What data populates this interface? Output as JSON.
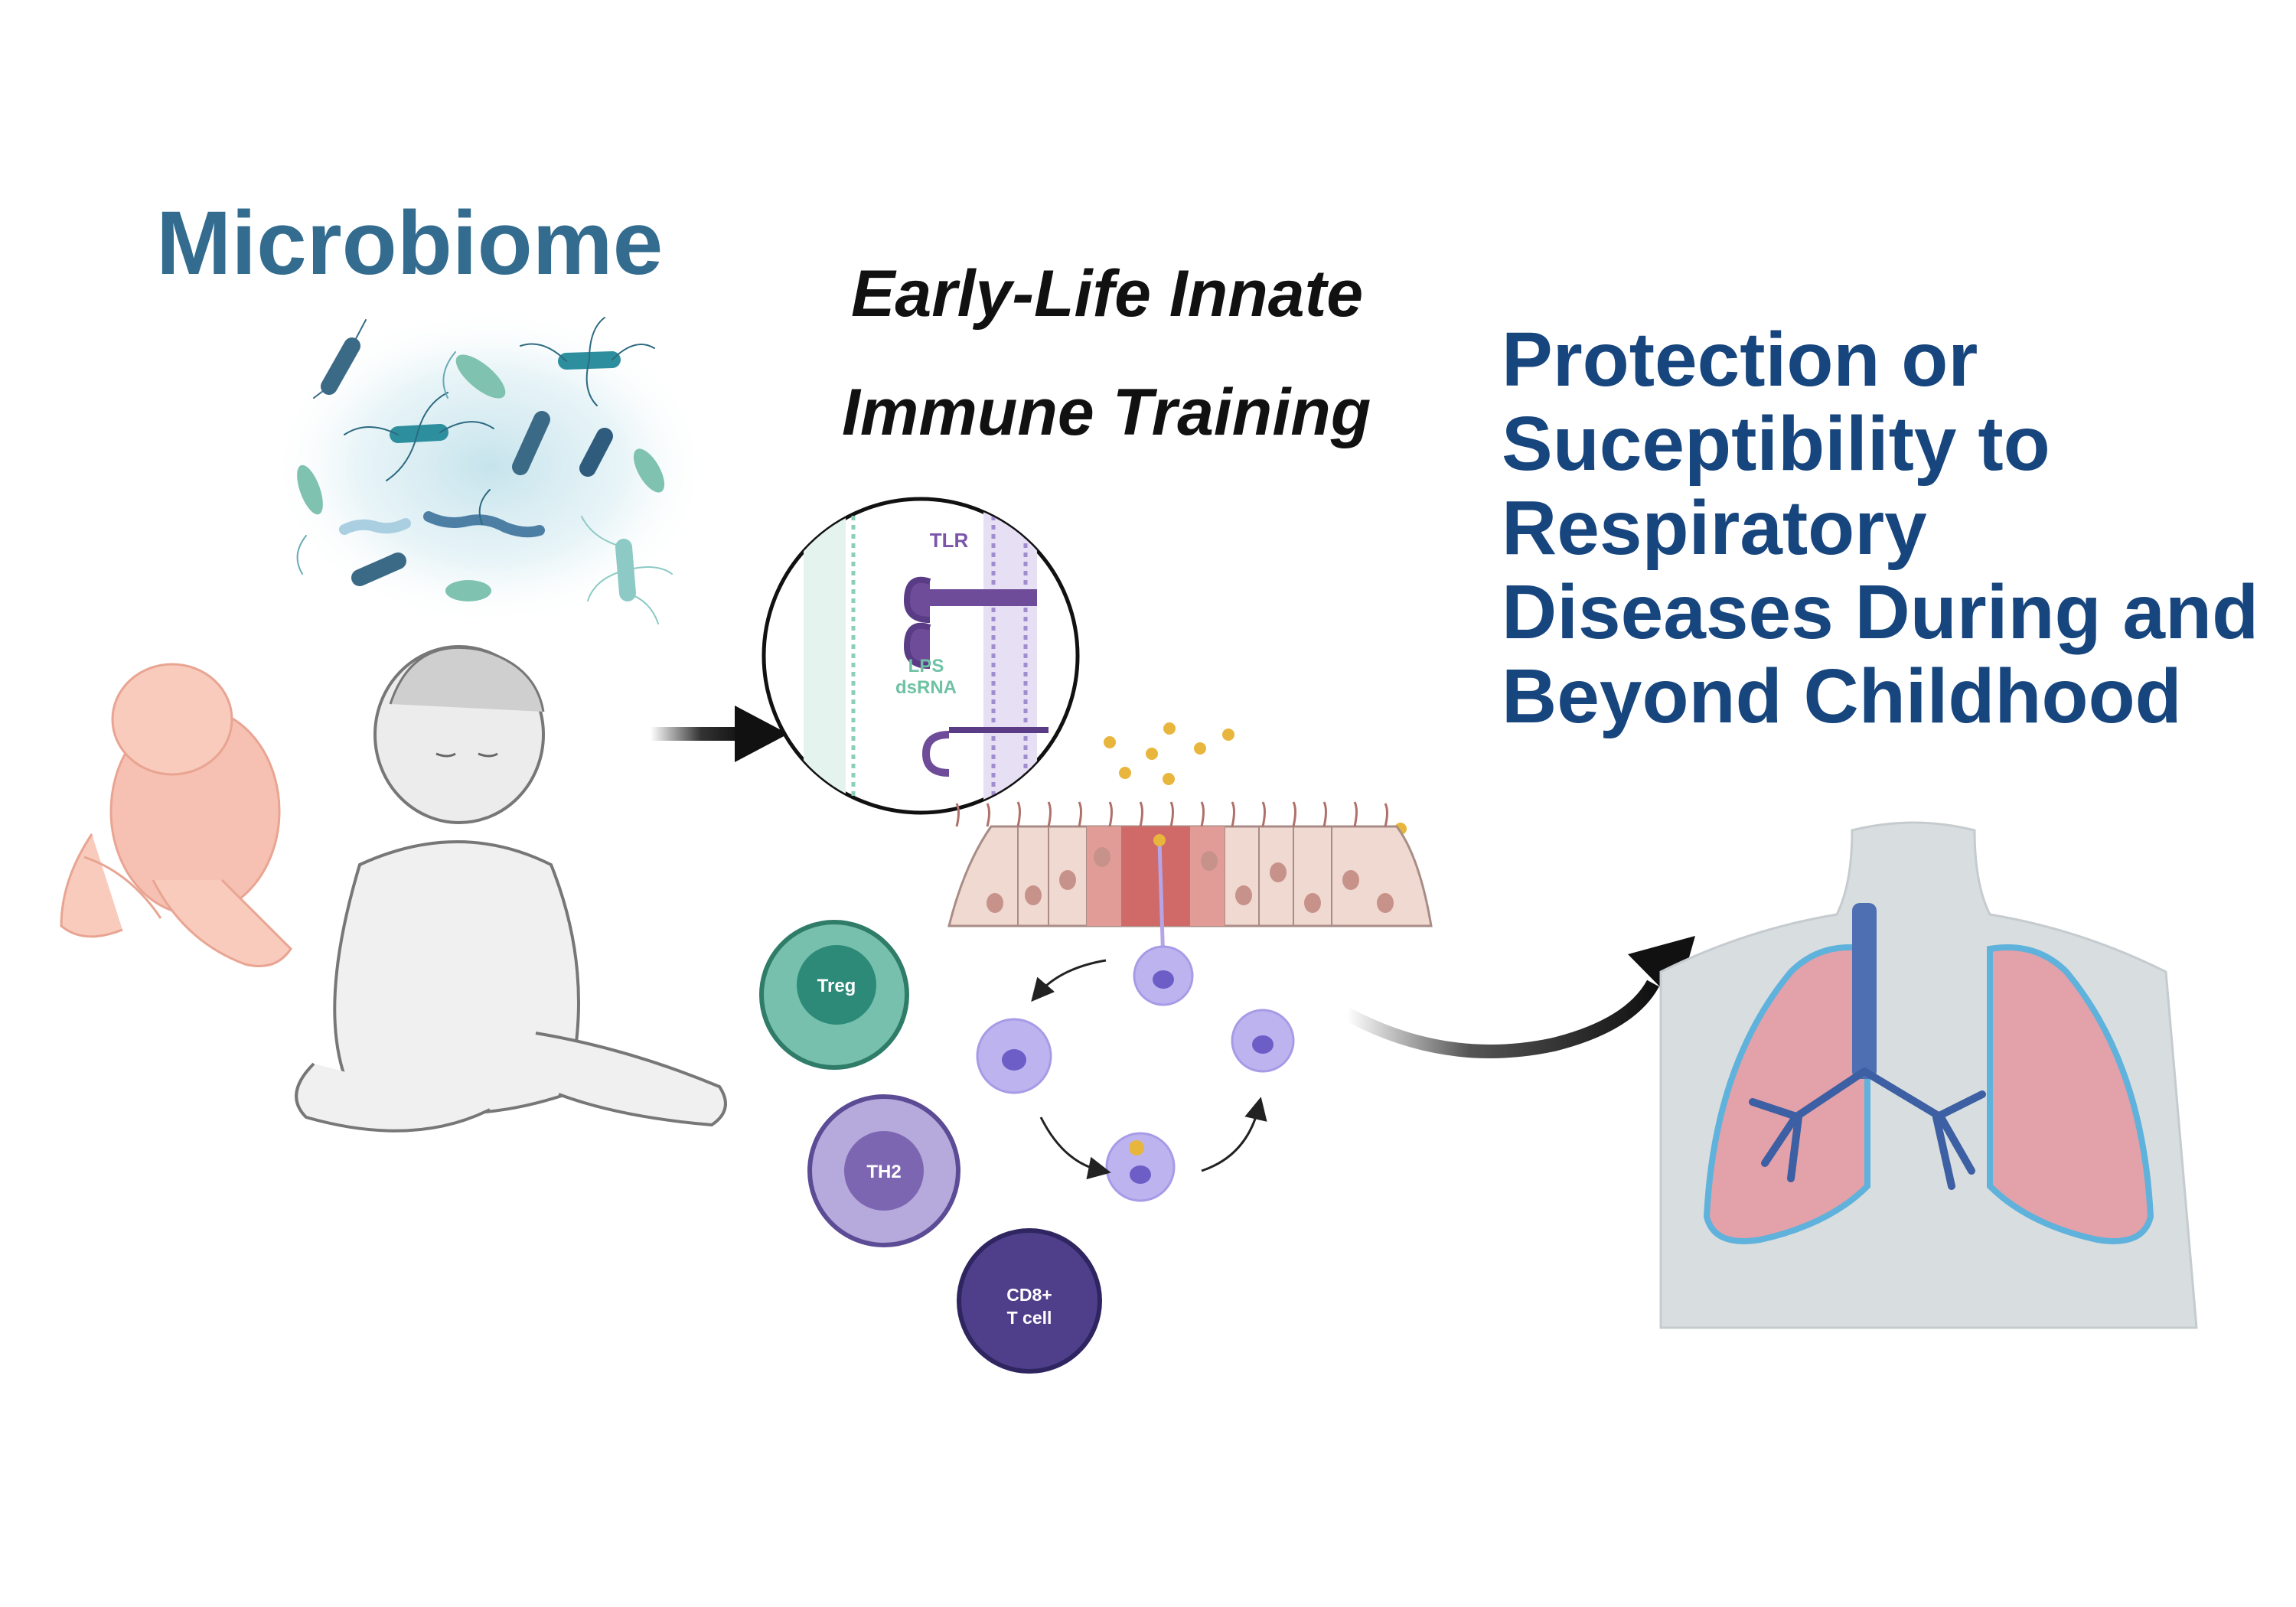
{
  "microbiome": {
    "title": "Microbiome"
  },
  "training": {
    "line1": "Early-Life Innate",
    "line2": "Immune Training"
  },
  "outcome": {
    "line1": "Protection or",
    "line2": "Suceptibility to",
    "line3": "Respiratory",
    "line4": "Diseases During and",
    "line5": "Beyond Childhood"
  },
  "receptor_labels": {
    "tlr": "TLR",
    "ligand1": "LPS",
    "ligand2": "dsRNA"
  },
  "cells": {
    "treg": "Treg",
    "th2": "TH2",
    "cd8_line1": "CD8+",
    "cd8_line2": "T cell"
  },
  "colors": {
    "microbiome_title": "#336c8e",
    "outcome_title": "#17457e",
    "treg": "#4e9f8a",
    "th2": "#9a86c3",
    "cd8": "#4f3f8a",
    "dendritic": "#bdb4ef",
    "lung": "#e3a1a9"
  },
  "icons": [
    "bacteria-cluster-icon",
    "fetus-icon",
    "infant-icon",
    "receptor-zoom-icon",
    "epithelium-icon",
    "dendritic-cell-icon",
    "torso-lungs-icon"
  ]
}
